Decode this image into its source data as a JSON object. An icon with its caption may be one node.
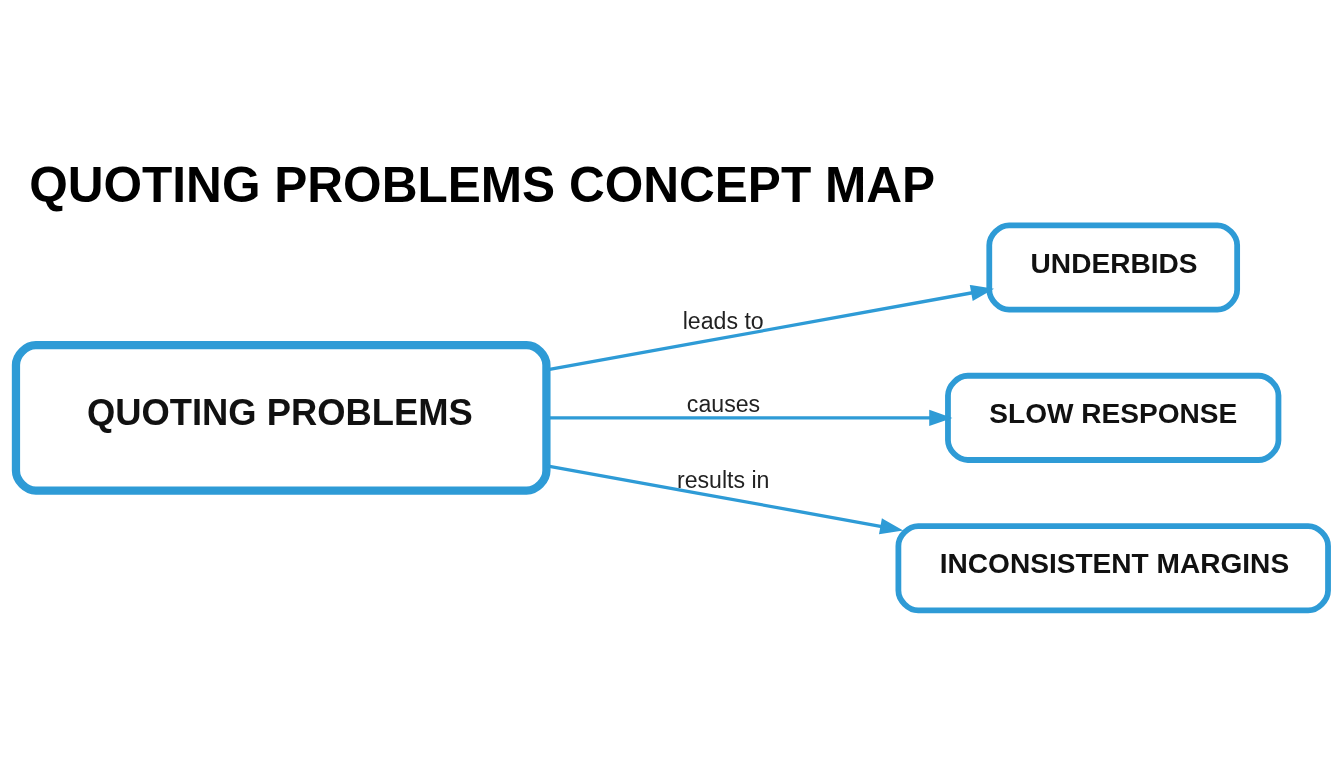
{
  "diagram": {
    "title": "QUOTING PROBLEMS CONCEPT MAP",
    "nodes": [
      {
        "text": [
          "QUOTING PROBLEMS"
        ]
      },
      {
        "text": [
          "UNDERBIDS"
        ]
      },
      {
        "text": [
          "SLOW RESPONSE"
        ]
      },
      {
        "text": [
          "INCONSISTENT MARGINS"
        ]
      }
    ],
    "edges": [
      {
        "from": 0,
        "to": 1,
        "arrow": "to",
        "label": "leads to"
      },
      {
        "from": 0,
        "to": 2,
        "arrow": "to",
        "label": "causes"
      },
      {
        "from": 0,
        "to": 3,
        "arrow": "to",
        "label": "results in"
      }
    ]
  }
}
